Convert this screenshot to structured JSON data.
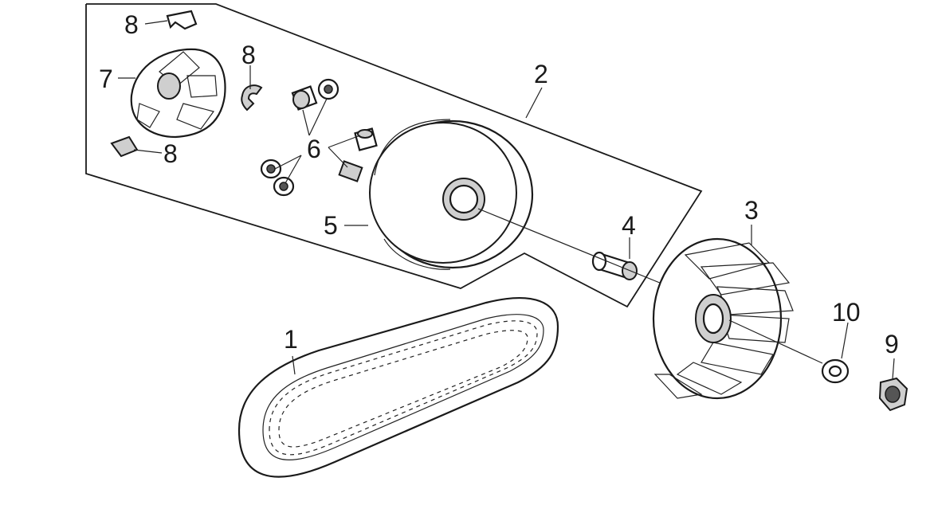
{
  "diagram": {
    "callouts": {
      "belt": "1",
      "assembly": "2",
      "fan": "3",
      "collar": "4",
      "face": "5",
      "rollers": "6",
      "ramp_plate": "7",
      "slider_top": "8",
      "slider_mid": "8",
      "slider_bottom": "8",
      "nut": "9",
      "washer": "10"
    }
  }
}
